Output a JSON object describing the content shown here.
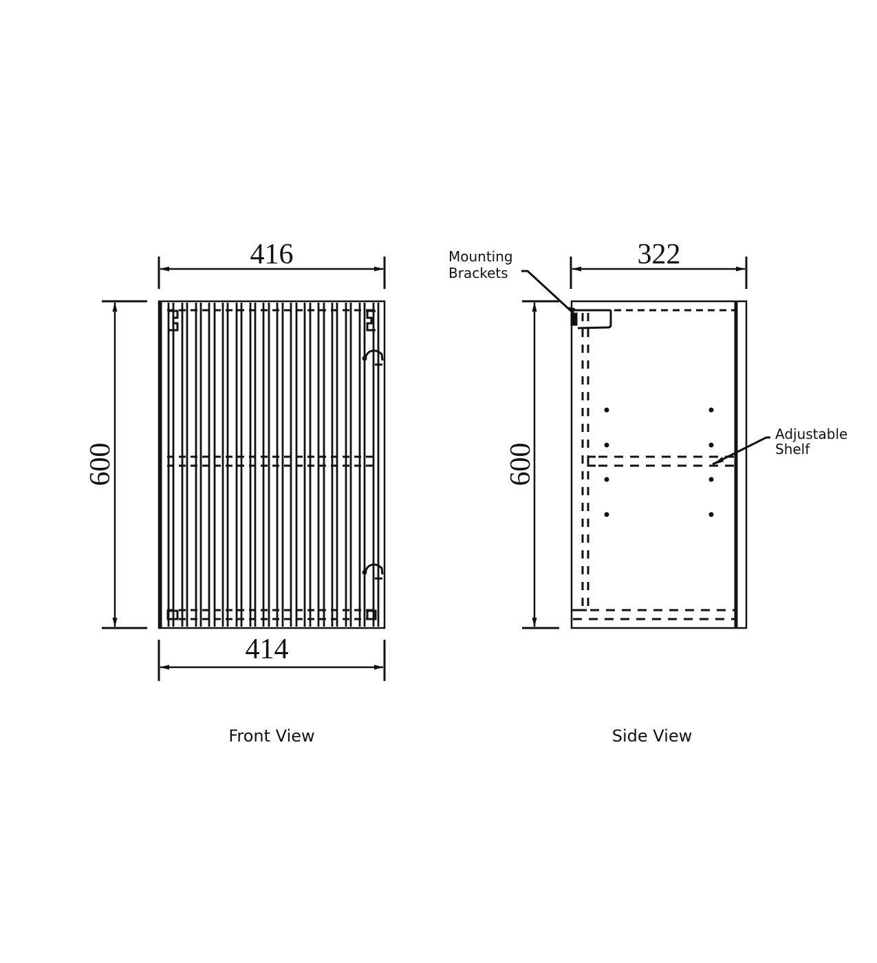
{
  "front_view": {
    "caption": "Front View",
    "dimensions": {
      "top_width": "416",
      "bottom_width": "414",
      "height": "600"
    }
  },
  "side_view": {
    "caption": "Side View",
    "dimensions": {
      "depth": "322",
      "height": "600"
    },
    "annotations": {
      "mounting_brackets_line1": "Mounting",
      "mounting_brackets_line2": "Brackets",
      "adjustable_shelf_line1": "Adjustable",
      "adjustable_shelf_line2": "Shelf"
    }
  },
  "colors": {
    "line": "#111111",
    "background": "#ffffff"
  }
}
